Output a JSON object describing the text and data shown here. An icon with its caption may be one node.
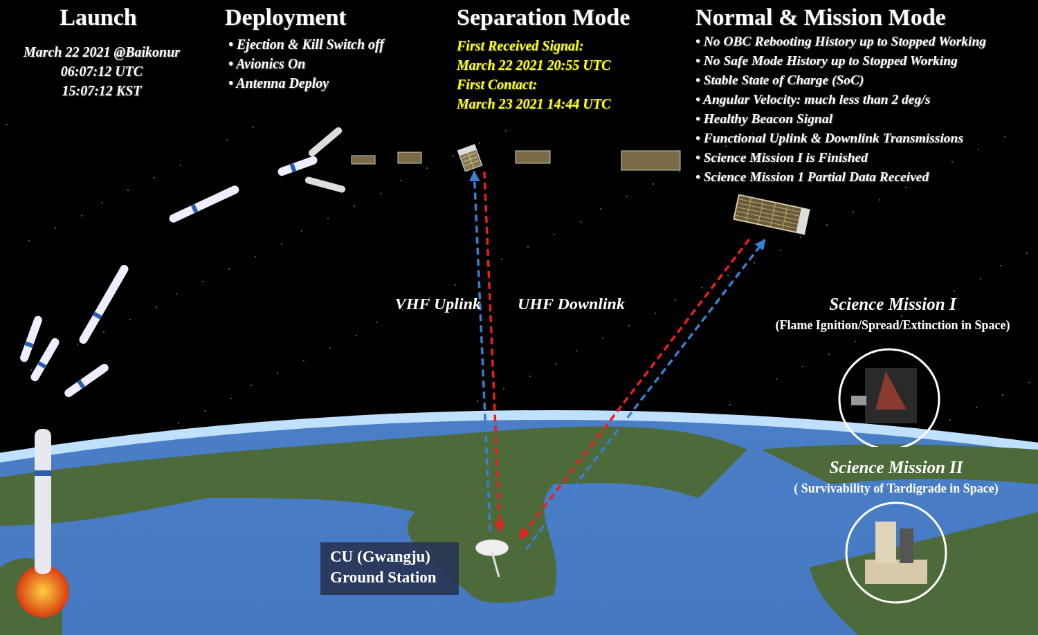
{
  "diagram": {
    "nodes": [
      {
        "text": [
          "CU (Gwangju) Ground Station"
        ]
      },
      {
        "text": [],
        "shape": "picture"
      },
      {
        "text": [],
        "shape": "picture"
      },
      {
        "text": [],
        "shape": "picture"
      },
      {
        "text": [
          "Science Mission I",
          "(Flame Ignition/Spread/Extinction in Space)"
        ]
      },
      {
        "text": [
          "Science Mission II",
          "( Survivability of Tardigrade in Space)"
        ]
      }
    ],
    "edges": [
      {
        "from": 1,
        "to": 2,
        "arrow": "to",
        "label": "VHF Uplink",
        "style": "dashed",
        "color": "#3a7fd0"
      },
      {
        "from": 2,
        "to": 1,
        "arrow": "to",
        "label": "UHF Downlink",
        "style": "dashed",
        "color": "#e8201e"
      },
      {
        "from": 3,
        "to": 1,
        "arrow": "to",
        "style": "dashed",
        "color": "#e8201e"
      },
      {
        "from": 1,
        "to": 3,
        "arrow": "to",
        "style": "dashed",
        "color": "#3a7fd0"
      }
    ],
    "labels": [
      "Launch",
      "March 22 2021 @Baikonur",
      "06:07:12 UTC",
      "15:07:12 KST",
      "Deployment",
      "• Ejection & Kill Switch off",
      "• Avionics On",
      "• Antenna Deploy",
      "Separation Mode",
      "First Received Signal:",
      "March 22 2021 20:55 UTC",
      "First Contact:",
      "March 23 2021 14:44 UTC",
      "Normal & Mission Mode",
      "• No OBC Rebooting History up to Stopped Working",
      "• No Safe Mode History up to Stopped Working",
      "• Stable State of Charge (SoC)",
      "• Angular Velocity:  much less than 2 deg/s",
      "• Healthy Beacon Signal",
      "• Functional Uplink & Downlink Transmissions",
      "• Science Mission I  is Finished",
      "• Science Mission 1 Partial Data Received"
    ]
  }
}
